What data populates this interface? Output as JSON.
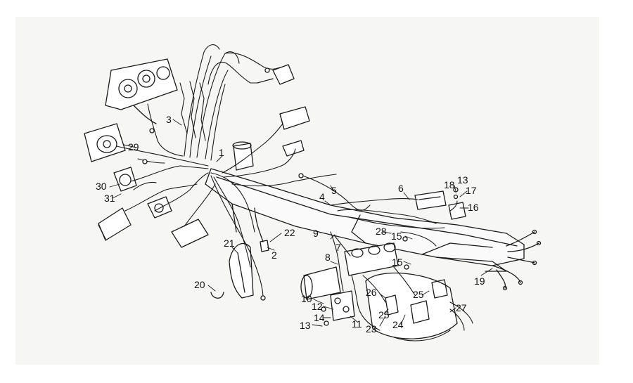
{
  "diagram": {
    "kind": "exploded parts diagram - motorcycle wiring harness",
    "callouts": [
      {
        "id": "c1",
        "text": "1"
      },
      {
        "id": "c2",
        "text": "2"
      },
      {
        "id": "c3",
        "text": "3"
      },
      {
        "id": "c4",
        "text": "4"
      },
      {
        "id": "c5",
        "text": "5"
      },
      {
        "id": "c6",
        "text": "6"
      },
      {
        "id": "c7",
        "text": "7"
      },
      {
        "id": "c8",
        "text": "8"
      },
      {
        "id": "c9",
        "text": "9"
      },
      {
        "id": "c10",
        "text": "10"
      },
      {
        "id": "c11",
        "text": "11"
      },
      {
        "id": "c12",
        "text": "12"
      },
      {
        "id": "c13a",
        "text": "13"
      },
      {
        "id": "c13b",
        "text": "13"
      },
      {
        "id": "c14",
        "text": "14"
      },
      {
        "id": "c15a",
        "text": "15"
      },
      {
        "id": "c15b",
        "text": "15"
      },
      {
        "id": "c16",
        "text": "16"
      },
      {
        "id": "c17",
        "text": "17"
      },
      {
        "id": "c18",
        "text": "18"
      },
      {
        "id": "c19",
        "text": "19"
      },
      {
        "id": "c20",
        "text": "20"
      },
      {
        "id": "c21",
        "text": "21"
      },
      {
        "id": "c22",
        "text": "22"
      },
      {
        "id": "c23",
        "text": "23"
      },
      {
        "id": "c24",
        "text": "24"
      },
      {
        "id": "c25a",
        "text": "25"
      },
      {
        "id": "c25b",
        "text": "25"
      },
      {
        "id": "c26",
        "text": "26"
      },
      {
        "id": "c27",
        "text": "27"
      },
      {
        "id": "c28",
        "text": "28"
      },
      {
        "id": "c29",
        "text": "29"
      },
      {
        "id": "c30",
        "text": "30"
      },
      {
        "id": "c31",
        "text": "31"
      }
    ]
  }
}
